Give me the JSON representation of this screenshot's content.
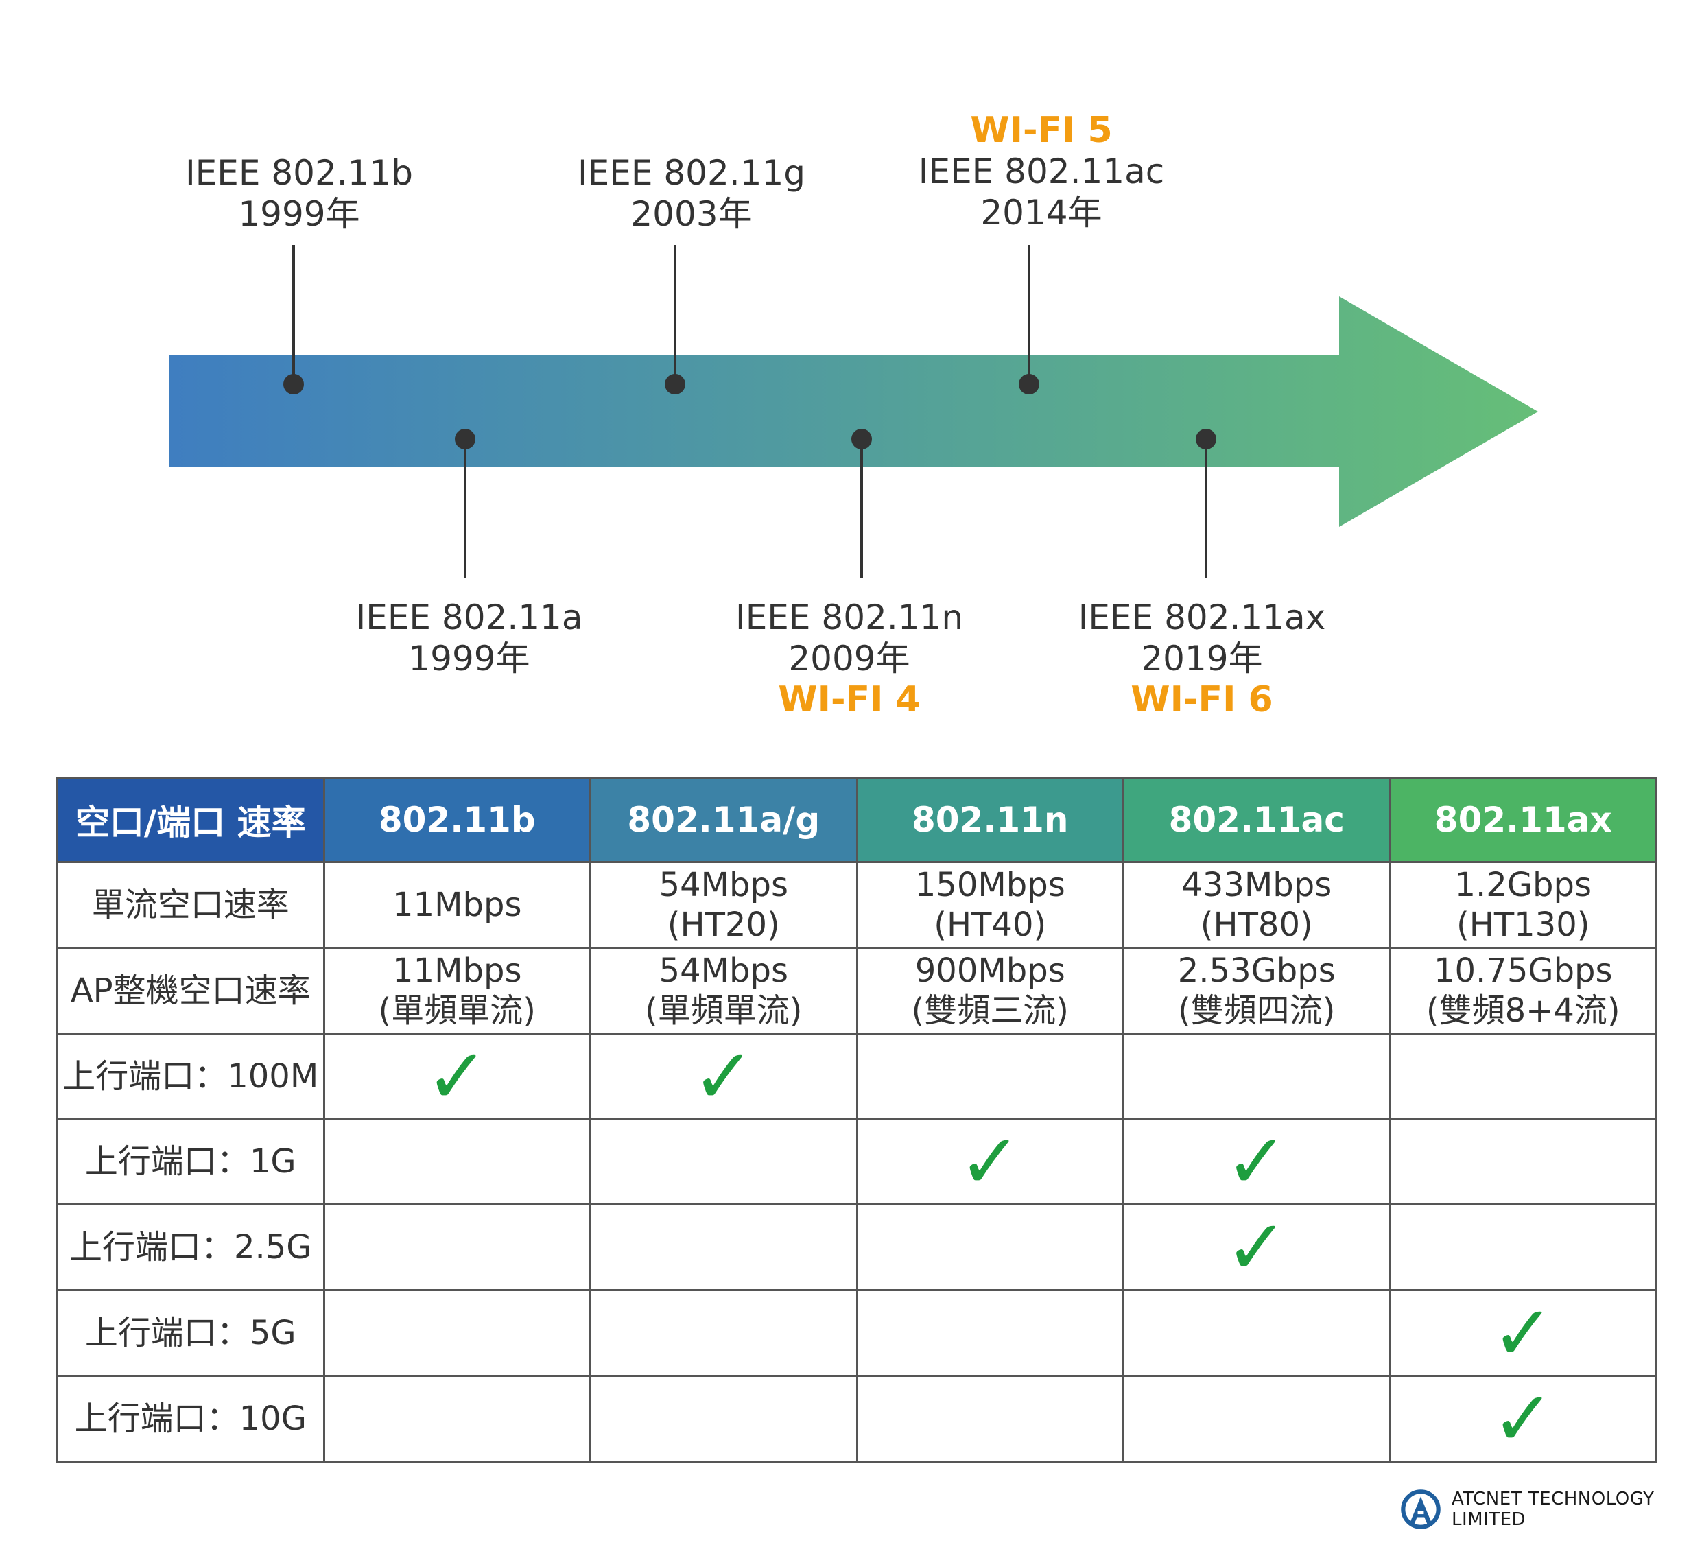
{
  "timeline": {
    "colors": {
      "arrow_start": "#3F7EC0",
      "arrow_end": "#66BE78",
      "wifi_accent": "#F39C11"
    },
    "above": [
      {
        "standard": "IEEE 802.11b",
        "year": "1999年",
        "wifi": ""
      },
      {
        "standard": "IEEE 802.11g",
        "year": "2003年",
        "wifi": ""
      },
      {
        "standard": "IEEE 802.11ac",
        "year": "2014年",
        "wifi": "WI-FI 5"
      }
    ],
    "below": [
      {
        "standard": "IEEE 802.11a",
        "year": "1999年",
        "wifi": ""
      },
      {
        "standard": "IEEE 802.11n",
        "year": "2009年",
        "wifi": "WI-FI 4"
      },
      {
        "standard": "IEEE 802.11ax",
        "year": "2019年",
        "wifi": "WI-FI 6"
      }
    ]
  },
  "table": {
    "header": [
      "空口/端口 速率",
      "802.11b",
      "802.11a/g",
      "802.11n",
      "802.11ac",
      "802.11ax"
    ],
    "header_colors": [
      "#2457A6",
      "#2F6FAE",
      "#3C82A6",
      "#3C9A8E",
      "#3FA67E",
      "#4CB464"
    ],
    "rows": [
      {
        "label": "單流空口速率",
        "cells": [
          [
            "11Mbps"
          ],
          [
            "54Mbps",
            "(HT20)"
          ],
          [
            "150Mbps",
            "(HT40)"
          ],
          [
            "433Mbps",
            "(HT80)"
          ],
          [
            "1.2Gbps",
            "(HT130)"
          ]
        ]
      },
      {
        "label": "AP整機空口速率",
        "cells": [
          [
            "11Mbps",
            "(單頻單流)"
          ],
          [
            "54Mbps",
            "(單頻單流)"
          ],
          [
            "900Mbps",
            "(雙頻三流)"
          ],
          [
            "2.53Gbps",
            "(雙頻四流)"
          ],
          [
            "10.75Gbps",
            "(雙頻8+4流)"
          ]
        ]
      },
      {
        "label": "上行端口：100M",
        "checks": [
          true,
          true,
          false,
          false,
          false
        ]
      },
      {
        "label": "上行端口：1G",
        "checks": [
          false,
          false,
          true,
          true,
          false
        ]
      },
      {
        "label": "上行端口：2.5G",
        "checks": [
          false,
          false,
          false,
          true,
          false
        ]
      },
      {
        "label": "上行端口：5G",
        "checks": [
          false,
          false,
          false,
          false,
          true
        ]
      },
      {
        "label": "上行端口：10G",
        "checks": [
          false,
          false,
          false,
          false,
          true
        ]
      }
    ],
    "check_symbol": "✓",
    "check_color": "#1E9E3E"
  },
  "logo": {
    "text": "ATCNET TECHNOLOGY LIMITED",
    "icon": "atcnet-logo-icon"
  }
}
